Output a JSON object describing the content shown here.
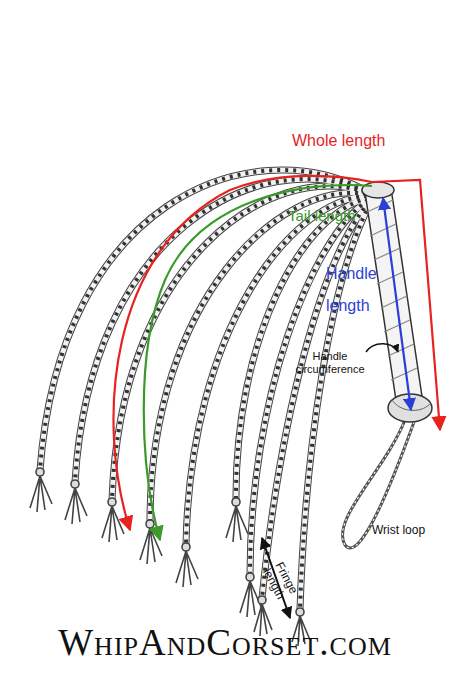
{
  "diagram": {
    "labels": [
      "Whole length",
      "Tail length",
      "Handle length",
      "Handle circumference",
      "Wrist loop",
      "Fringe length",
      "WhipAndCorset.com"
    ]
  }
}
